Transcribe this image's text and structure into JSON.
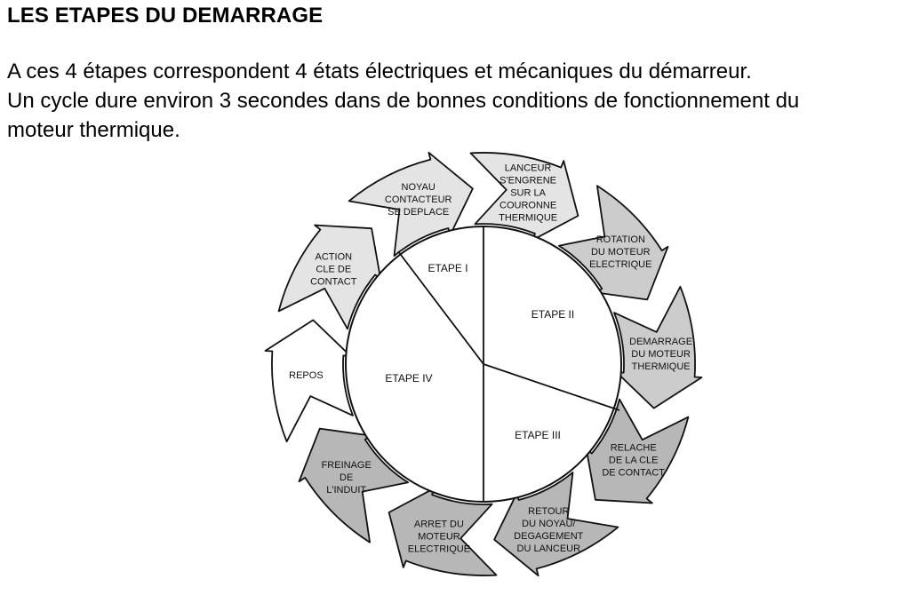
{
  "title": "LES ETAPES DU DEMARRAGE",
  "intro": {
    "line1": "A ces 4 étapes correspondent 4 états électriques et mécaniques du démarreur.",
    "line2": "Un cycle dure environ 3 secondes dans de bonnes conditions de fonctionnement du",
    "line3": "moteur thermique."
  },
  "diagram": {
    "stages": [
      "ETAPE I",
      "ETAPE II",
      "ETAPE III",
      "ETAPE IV"
    ],
    "arrows": [
      {
        "lines": [
          "REPOS"
        ],
        "fill": "#ffffff"
      },
      {
        "lines": [
          "ACTION",
          "CLE DE",
          "CONTACT"
        ],
        "fill": "#e4e4e4"
      },
      {
        "lines": [
          "NOYAU",
          "CONTACTEUR",
          "SE DEPLACE"
        ],
        "fill": "#e4e4e4"
      },
      {
        "lines": [
          "LANCEUR",
          "S'ENGRENE",
          "SUR LA",
          "COURONNE",
          "THERMIQUE"
        ],
        "fill": "#e4e4e4"
      },
      {
        "lines": [
          "ROTATION",
          "DU MOTEUR",
          "ELECTRIQUE"
        ],
        "fill": "#cccccc"
      },
      {
        "lines": [
          "DEMARRAGE",
          "DU MOTEUR",
          "THERMIQUE"
        ],
        "fill": "#cccccc"
      },
      {
        "lines": [
          "RELACHE",
          "DE LA CLE",
          "DE CONTACT"
        ],
        "fill": "#b7b7b7"
      },
      {
        "lines": [
          "RETOUR",
          "DU NOYAU/",
          "DEGAGEMENT",
          "DU LANCEUR"
        ],
        "fill": "#b7b7b7"
      },
      {
        "lines": [
          "ARRET DU",
          "MOTEUR",
          "ELECTRIQUE"
        ],
        "fill": "#b7b7b7"
      },
      {
        "lines": [
          "FREINAGE",
          "DE",
          "L'INDUIT"
        ],
        "fill": "#b7b7b7"
      }
    ]
  }
}
